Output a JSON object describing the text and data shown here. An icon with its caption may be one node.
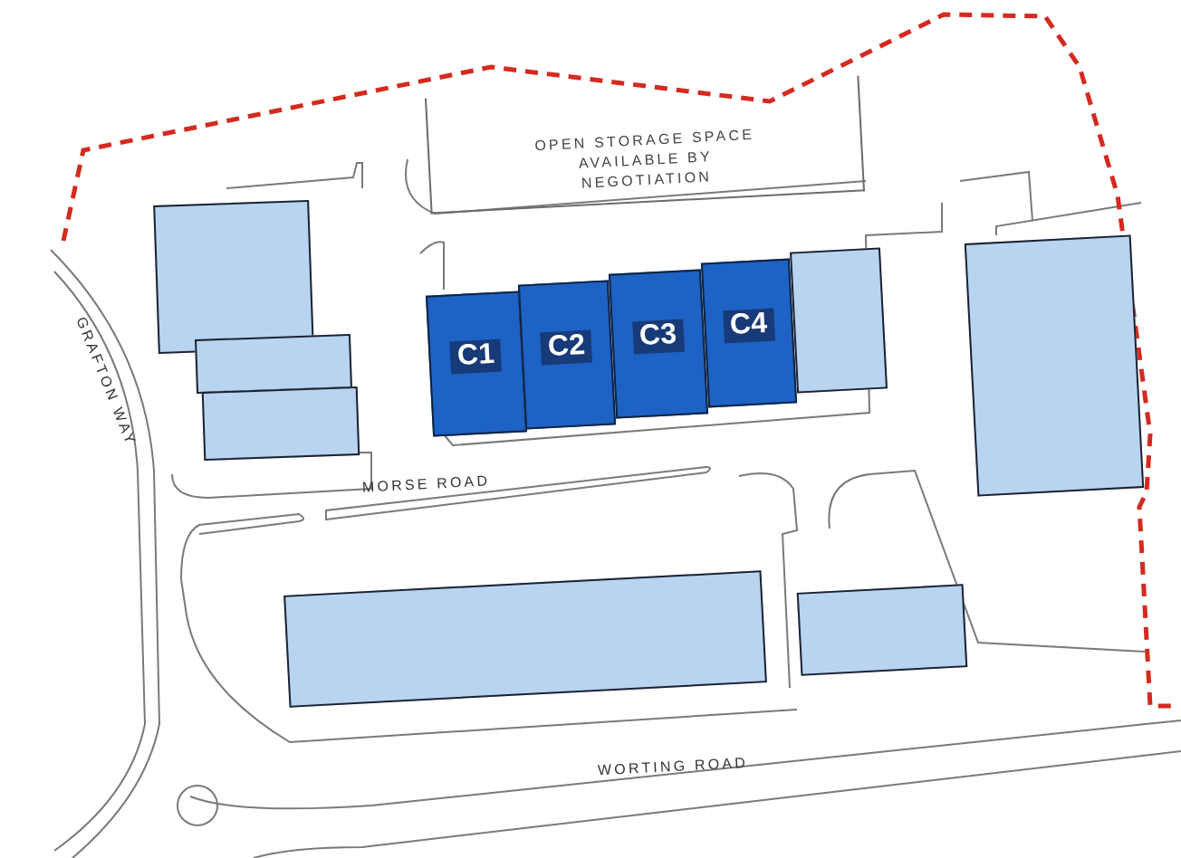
{
  "diagram": {
    "nodes": [
      {
        "text": [
          "OPEN STORAGE SPACE AVAILABLE BY NEGOTIATION"
        ]
      },
      {
        "text": [],
        "shape": "box"
      },
      {
        "text": [],
        "shape": "box"
      },
      {
        "text": [],
        "shape": "box"
      },
      {
        "text": [
          "C1"
        ]
      },
      {
        "text": [
          "C2"
        ]
      },
      {
        "text": [
          "C3"
        ]
      },
      {
        "text": [
          "C4"
        ]
      },
      {
        "text": [],
        "shape": "box"
      },
      {
        "text": [],
        "shape": "box"
      },
      {
        "text": [],
        "shape": "box"
      },
      {
        "text": [],
        "shape": "box"
      }
    ],
    "labels": [
      "GRAFTON WAY",
      "MORSE ROAD",
      "WORTING ROAD"
    ]
  }
}
